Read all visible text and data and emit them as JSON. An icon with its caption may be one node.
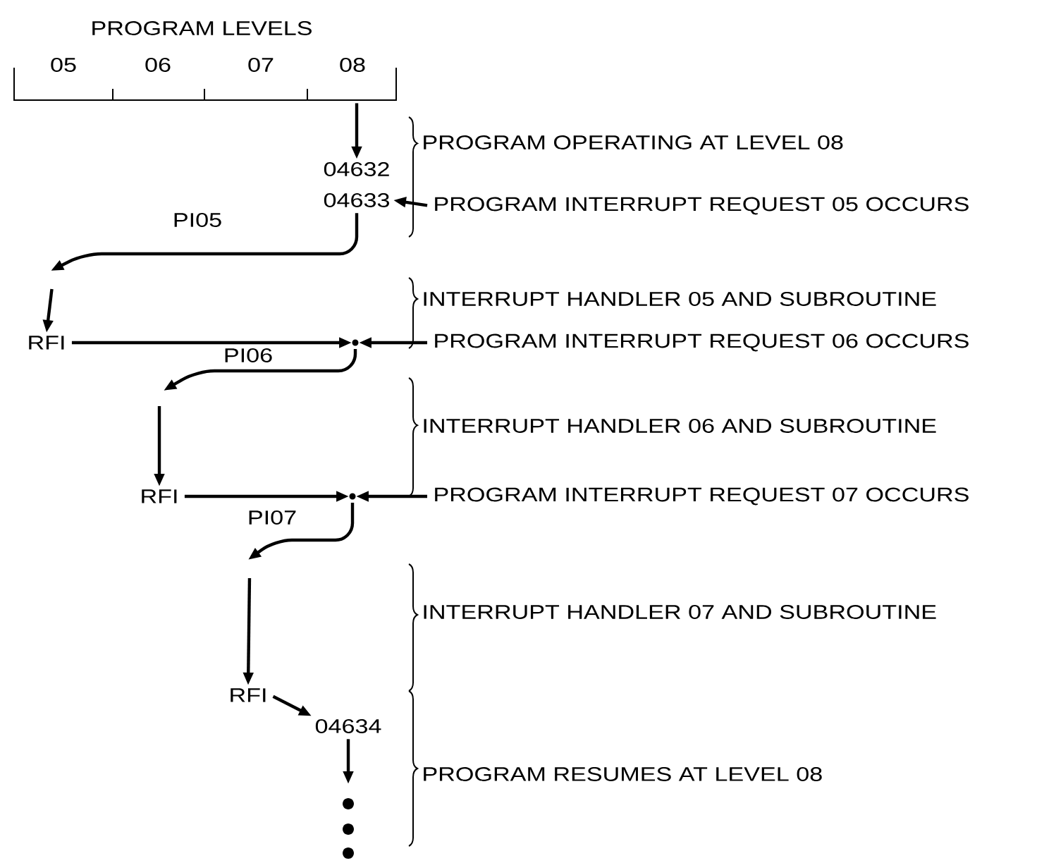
{
  "diagram": {
    "nodes": [
      {
        "text": [
          "04632"
        ]
      },
      {
        "text": [
          "04633"
        ]
      },
      {
        "text": [
          "PROGRAM INTERRUPT REQUEST 05 OCCURS"
        ]
      },
      {
        "text": [
          "RFI"
        ]
      },
      {
        "text": [],
        "shape": "circle"
      },
      {
        "text": [
          "PROGRAM INTERRUPT REQUEST 06 OCCURS"
        ]
      },
      {
        "text": [
          "RFI"
        ]
      },
      {
        "text": [],
        "shape": "circle"
      },
      {
        "text": [
          "PROGRAM INTERRUPT REQUEST 07 OCCURS"
        ]
      },
      {
        "text": [
          "RFI"
        ]
      },
      {
        "text": [
          "04634"
        ]
      },
      {
        "text": [],
        "shape": "bar"
      }
    ],
    "edges": [
      {
        "from": 11,
        "to": 0,
        "arrow": "to"
      },
      {
        "from": 2,
        "to": 1,
        "arrow": "to"
      },
      {
        "from": 1,
        "to": null,
        "arrow": "to",
        "label": "PI05"
      },
      {
        "from": null,
        "to": 3,
        "arrow": "to"
      },
      {
        "from": 3,
        "to": 4,
        "arrow": "to"
      },
      {
        "from": 5,
        "to": 4,
        "arrow": "to"
      },
      {
        "from": 4,
        "to": null,
        "arrow": "to",
        "label": "PI06"
      },
      {
        "from": null,
        "to": 6,
        "arrow": "to"
      },
      {
        "from": 6,
        "to": 7,
        "arrow": "to"
      },
      {
        "from": 8,
        "to": 7,
        "arrow": "to"
      },
      {
        "from": 7,
        "to": null,
        "arrow": "to",
        "label": "PI07"
      },
      {
        "from": null,
        "to": 9,
        "arrow": "to"
      },
      {
        "from": 9,
        "to": 10,
        "arrow": "to"
      },
      {
        "from": 10,
        "to": null,
        "arrow": "to"
      }
    ],
    "labels": [
      "PROGRAM LEVELS",
      "05",
      "06",
      "07",
      "08",
      "PROGRAM OPERATING AT LEVEL 08",
      "INTERRUPT HANDLER 05 AND SUBROUTINE",
      "INTERRUPT HANDLER 06 AND SUBROUTINE",
      "INTERRUPT HANDLER 07 AND SUBROUTINE",
      "PROGRAM RESUMES AT LEVEL 08"
    ]
  }
}
